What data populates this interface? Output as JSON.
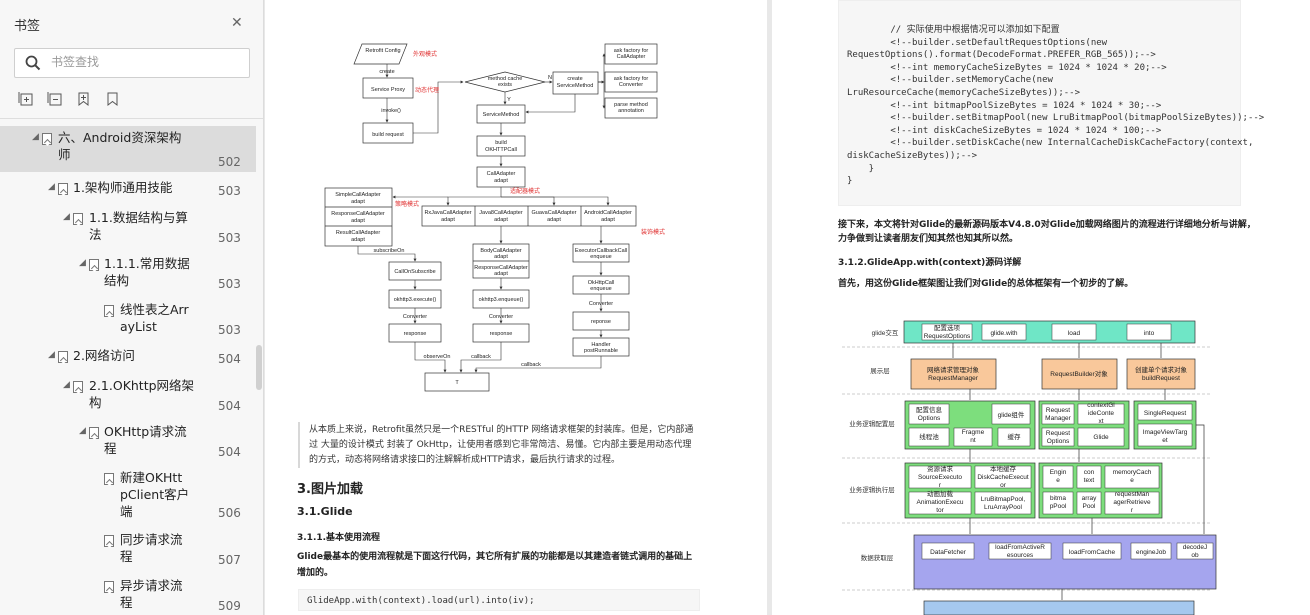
{
  "sidebar": {
    "title": "书签",
    "search_placeholder": "书签查找",
    "tools": [
      "expand-all-icon",
      "collapse-all-icon",
      "add-bookmark-icon",
      "bookmark-icon"
    ],
    "items": [
      {
        "label": [
          "六、Android资深架构",
          "师"
        ],
        "page": "502",
        "selected": true
      },
      {
        "label": [
          "1.架构师通用技能"
        ],
        "page": "503"
      },
      {
        "label": [
          "1.1.数据结构与算",
          "法"
        ],
        "page": "503"
      },
      {
        "label": [
          "1.1.1.常用数据",
          "结构"
        ],
        "page": "503"
      },
      {
        "label": [
          "线性表之Arr",
          "ayList"
        ],
        "page": "503"
      },
      {
        "label": [
          "2.网络访问"
        ],
        "page": "504"
      },
      {
        "label": [
          "2.1.OKhttp网络架",
          "构"
        ],
        "page": "504"
      },
      {
        "label": [
          "OKHttp请求流",
          "程"
        ],
        "page": "504"
      },
      {
        "label": [
          "新建OKHtt",
          "pClient客户",
          "端"
        ],
        "page": "506"
      },
      {
        "label": [
          "同步请求流",
          "程"
        ],
        "page": "507"
      },
      {
        "label": [
          "异步请求流",
          "程"
        ],
        "page": "509"
      }
    ]
  },
  "page1": {
    "diagram": {
      "nodes": [
        "Retrofit Config",
        "create",
        "Service Proxy",
        "invoke()",
        "build request",
        "method cache exists",
        "N",
        "Y",
        "create ServiceMethod",
        "ServiceMethod",
        "ask factory for CallAdapter",
        "ask factory for Converter",
        "parse method annotation",
        "build OKHTTPCall",
        "CallAdapter adapt",
        "SimpleCallAdapter adapt",
        "ResponseCallAdapter adapt",
        "ResultCallAdapter adapt",
        "RxJavaCallAdapter adapt",
        "Java8CallAdapter adapt",
        "GuavaCallAdapter adapt",
        "AndroidCallAdapter adapt",
        "subscribeOn",
        "CallOnSubscribe",
        "okhttp3.execute()",
        "Converter",
        "response",
        "BodyCallAdapter adapt",
        "ResponseCallAdapter adapt",
        "okhttp3.enqueue()",
        "Converter",
        "response",
        "ExecutorCallbackCall enqueue",
        "OkHttpCall enqueue",
        "Converter",
        "reponse",
        "Handler postRunnable",
        "observeOn",
        "callback",
        "callback",
        "T"
      ],
      "labels": [
        "外观模式",
        "动态代理",
        "适配器模式",
        "策略模式",
        "装饰模式"
      ]
    },
    "caption": [
      "从本质上来说，Retrofit虽然只是一个RESTful 的HTTP 网络请求框架的封装库。但是，它内部通",
      "过 大量的设计模式 封装了 OkHttp，让使用者感到它非常简洁、易懂。它内部主要是用动态代理",
      "的方式，动态将网络请求接口的注解解析成HTTP请求，最后执行请求的过程。"
    ],
    "h1": "3.图片加载",
    "h2": "3.1.Glide",
    "h3": "3.1.1.基本使用流程",
    "para": [
      "Glide最基本的使用流程就是下面这行代码，其它所有扩展的功能都是以其建造者链式调用的基础上",
      "增加的。"
    ],
    "code": "GlideApp.with(context).load(url).into(iv);"
  },
  "page2": {
    "code_lines": [
      "        // 实际使用中根据情况可以添加如下配置",
      "        <!--builder.setDefaultRequestOptions(new",
      "RequestOptions().format(DecodeFormat.PREFER_RGB_565));-->",
      "        <!--int memoryCacheSizeBytes = 1024 * 1024 * 20;-->",
      "        <!--builder.setMemoryCache(new",
      "LruResourceCache(memoryCacheSizeBytes));-->",
      "        <!--int bitmapPoolSizeBytes = 1024 * 1024 * 30;-->",
      "        <!--builder.setBitmapPool(new LruBitmapPool(bitmapPoolSizeBytes));-->",
      "        <!--int diskCacheSizeBytes = 1024 * 1024 * 100;-->",
      "        <!--builder.setDiskCache(new InternalCacheDiskCacheFactory(context,",
      "diskCacheSizeBytes));-->",
      "    }",
      "}"
    ],
    "para1": [
      "接下来，本文将针对Glide的最新源码版本V4.8.0对Glide加载网络图片的流程进行详细地分析与讲解，",
      "力争做到让读者朋友们知其然也知其所以然。"
    ],
    "h": "3.1.2.GlideApp.with(context)源码详解",
    "para2": "首先，用这份Glide框架图让我们对Glide的总体框架有一个初步的了解。",
    "diagram": {
      "rows": [
        "glide交互",
        "展示层",
        "业务逻辑配置层",
        "业务逻辑执行层",
        "数据获取层"
      ],
      "boxes": [
        "配置选项 RequestOptions",
        "glide.with",
        "load",
        "into",
        "网络请求管理对象 RequestManager",
        "RequestBuilder对象",
        "创建单个请求对象 buildRequest",
        "配置信息 Options",
        "glide组件",
        "线程池",
        "Fragment",
        "缓存",
        "Request Manager",
        "contextGlideContext",
        "Request Options",
        "Glide",
        "SingleRequest",
        "ImageViewTarget",
        "资源请求 SourceExecutor",
        "本地缓存 DiskCacheExecutor",
        "动画加载 AnimationExecutor",
        "LruBitmapPool, LruArrayPool",
        "Engine",
        "context",
        "memoryCache",
        "bitmapPool",
        "arrayPool",
        "requestManagerRetriever",
        "DataFetcher",
        "loadFromActiveResources",
        "loadFromCache",
        "engineJob",
        "decodeJob"
      ]
    }
  },
  "colors": {
    "orange": "#f9c89b",
    "green": "#7dde7d",
    "blue": "#a5a5ee",
    "cyan": "#6fe6c6",
    "red": "#e03030"
  }
}
